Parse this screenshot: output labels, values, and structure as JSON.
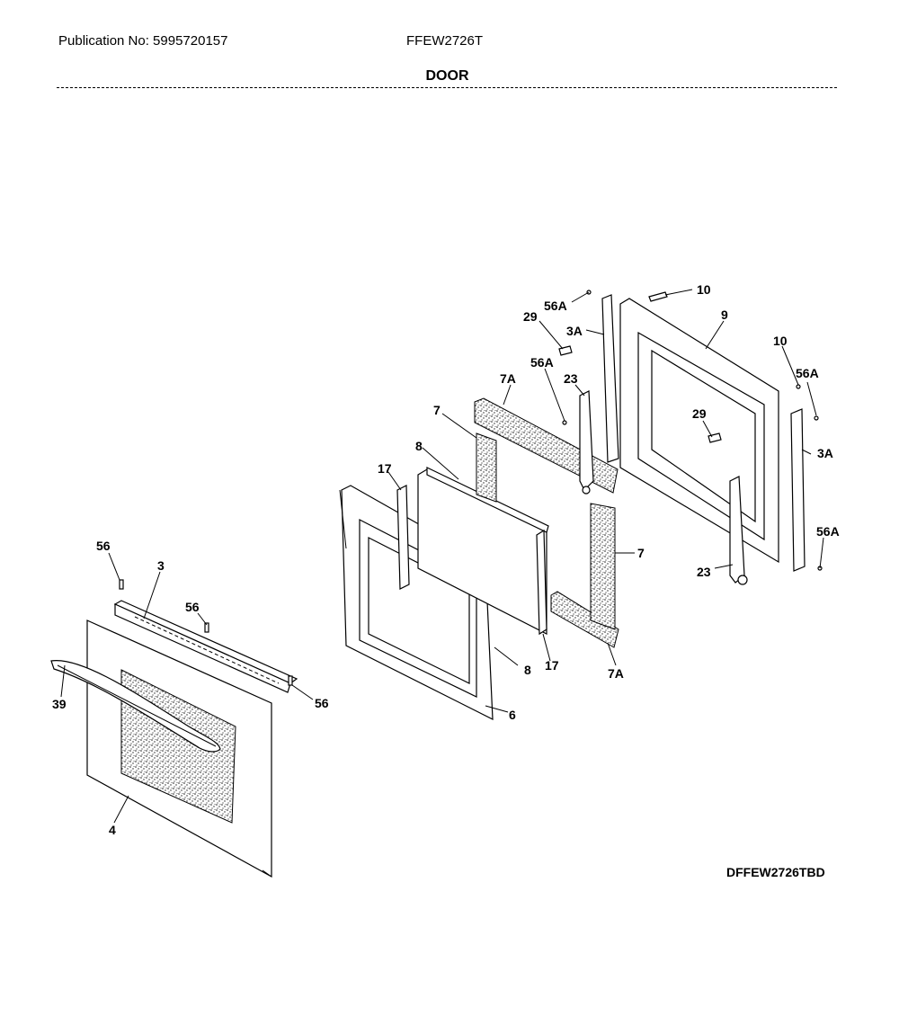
{
  "header": {
    "publication": "Publication No: 5995720157",
    "model": "FFEW2726T",
    "title": "DOOR"
  },
  "footer": {
    "diagram_code": "DFFEW2726TBD"
  },
  "callouts": {
    "p56a_top": "56A",
    "p10_top": "10",
    "p29_left": "29",
    "p3a_left": "3A",
    "p9": "9",
    "p10_right": "10",
    "p56a_right": "56A",
    "p7a_top": "7A",
    "p56a_mid": "56A",
    "p23_top": "23",
    "p29_center": "29",
    "p3a_right": "3A",
    "p7_left": "7",
    "p8_top": "8",
    "p17_top": "17",
    "p56a_lower": "56A",
    "p7_right": "7",
    "p23_bottom": "23",
    "p56_left": "56",
    "p3": "3",
    "p56_mid": "56",
    "p8_bottom": "8",
    "p17_bottom": "17",
    "p7a_bottom": "7A",
    "p56_right": "56",
    "p39": "39",
    "p6": "6",
    "p4": "4"
  }
}
